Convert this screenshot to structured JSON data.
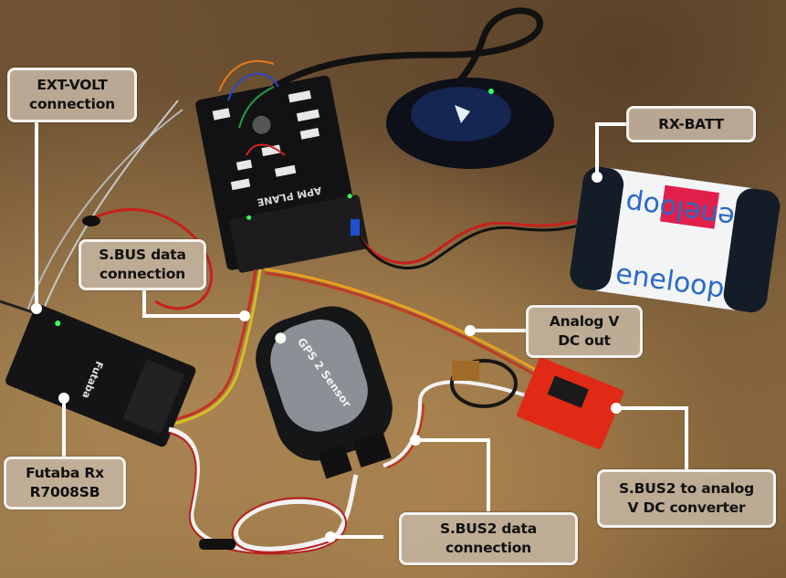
{
  "image": {
    "description": "Annotated photo of RC telemetry wiring setup",
    "colors": {
      "callout_fill": "#c4b4a0",
      "callout_border": "#f4f2ee",
      "leader_line": "#ffffff",
      "text": "#111111"
    }
  },
  "devices": {
    "flight_controller": {
      "label_text": "APM PLANE"
    },
    "gps_sensor": {
      "label_text": "GPS 2 Sensor"
    },
    "receiver": {
      "label_text": "Futaba"
    },
    "battery": {
      "brand_text": "eneloop"
    }
  },
  "callouts": [
    {
      "id": "ext-volt",
      "lines": [
        "EXT-VOLT",
        "connection"
      ]
    },
    {
      "id": "rx-batt",
      "lines": [
        "RX-BATT"
      ]
    },
    {
      "id": "sbus-data",
      "lines": [
        "S.BUS data",
        "connection"
      ]
    },
    {
      "id": "analog-v-dc-out",
      "lines": [
        "Analog V",
        "DC out"
      ]
    },
    {
      "id": "futaba-rx",
      "lines": [
        "Futaba Rx",
        "R7008SB"
      ]
    },
    {
      "id": "sbus2-data",
      "lines": [
        "S.BUS2 data",
        "connection"
      ]
    },
    {
      "id": "sbus2-converter",
      "lines": [
        "S.BUS2 to analog",
        "V DC converter"
      ]
    }
  ]
}
